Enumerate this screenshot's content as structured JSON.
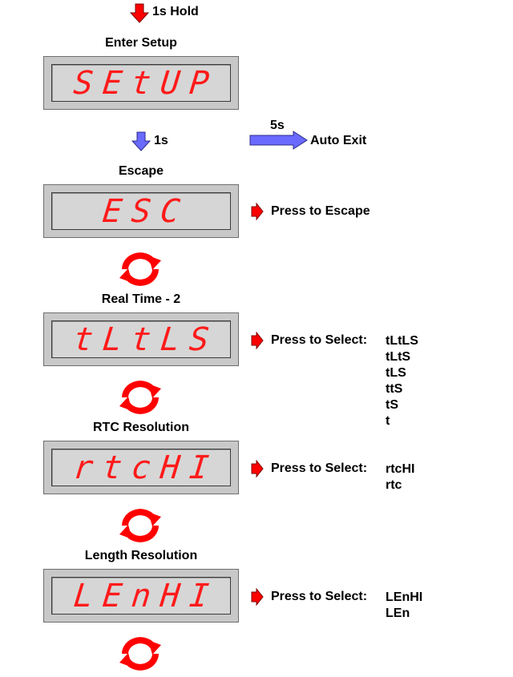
{
  "top": {
    "hold_label": "1s Hold",
    "title": "Enter Setup",
    "display": "SEtUP"
  },
  "timer": {
    "delay_label": "1s",
    "auto_delay": "5s",
    "auto_exit": "Auto Exit"
  },
  "steps": [
    {
      "title": "Escape",
      "display": "ESC",
      "action": "Press to Escape",
      "options": []
    },
    {
      "title": "Real Time - 2",
      "display": "tLtLS",
      "action": "Press to Select:",
      "options": [
        "tLtLS",
        "tLtS",
        "tLS",
        "ttS",
        "tS",
        "t"
      ]
    },
    {
      "title": "RTC Resolution",
      "display": "rtcHI",
      "action": "Press to Select:",
      "options": [
        "rtcHI",
        "rtc"
      ]
    },
    {
      "title": "Length Resolution",
      "display": "LEnHI",
      "action": "Press to Select:",
      "options": [
        "LEnHI",
        "LEn"
      ]
    }
  ],
  "colors": {
    "segment": "#ff1a1a",
    "arrow_red": "#ff0000",
    "arrow_blue": "#6a6aff",
    "cycle": "#ff0000"
  },
  "icons": [
    "down-arrow-icon",
    "right-arrow-icon",
    "cycle-icon"
  ]
}
